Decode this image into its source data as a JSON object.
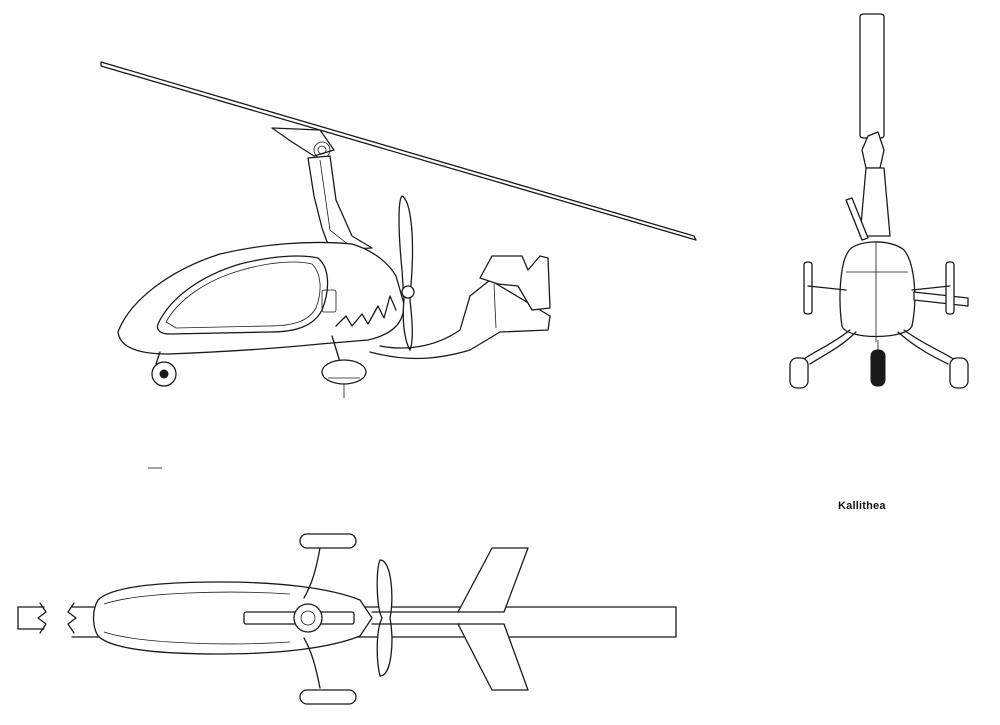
{
  "caption": "Kallithea",
  "colors": {
    "line": "#1a1a1a",
    "background": "#ffffff"
  },
  "views": [
    "side-view",
    "front-view",
    "top-view"
  ]
}
